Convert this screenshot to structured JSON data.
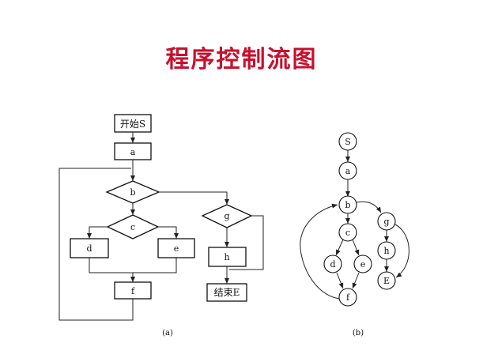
{
  "title": "程序控制流图",
  "flowchart": {
    "start": "开始S",
    "a": "a",
    "b": "b",
    "c": "c",
    "d": "d",
    "e": "e",
    "f": "f",
    "g": "g",
    "h": "h",
    "end": "结束E",
    "caption": "(a)"
  },
  "graph": {
    "nodes": [
      "S",
      "a",
      "b",
      "c",
      "d",
      "e",
      "f",
      "g",
      "h",
      "E"
    ],
    "caption": "(b)"
  }
}
